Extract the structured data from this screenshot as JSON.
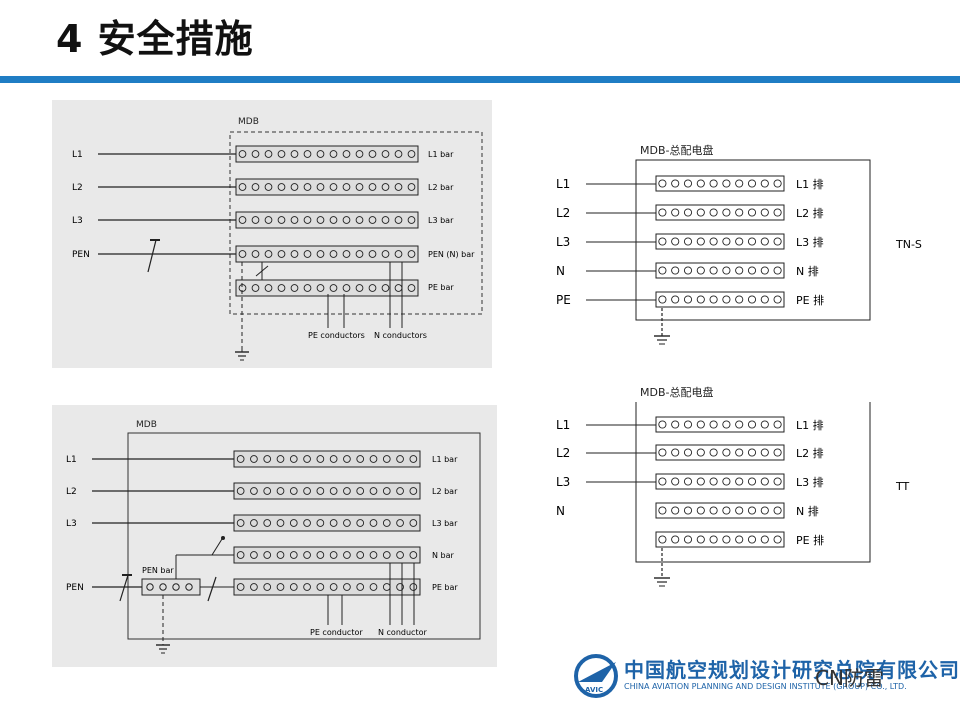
{
  "slide": {
    "title": "4 安全措施"
  },
  "diagram_tl": {
    "box_label": "MDB",
    "left_labels": [
      "L1",
      "L2",
      "L3",
      "PEN"
    ],
    "bar_labels": [
      "L1 bar",
      "L2 bar",
      "L3 bar",
      "PEN (N) bar",
      "PE bar"
    ],
    "pe_conductors": "PE conductors",
    "n_conductors": "N conductors"
  },
  "diagram_bl": {
    "box_label": "MDB",
    "left_labels": [
      "L1",
      "L2",
      "L3",
      "PEN"
    ],
    "bar_labels": [
      "L1 bar",
      "L2 bar",
      "L3 bar",
      "N bar",
      "PE bar"
    ],
    "pen_bar": "PEN bar",
    "pe_conductor": "PE conductor",
    "n_conductor": "N conductor"
  },
  "diagram_tr": {
    "box_label": "MDB-总配电盘",
    "left_labels": [
      "L1",
      "L2",
      "L3",
      "N",
      "PE"
    ],
    "bar_labels": [
      "L1 排",
      "L2 排",
      "L3 排",
      "N 排",
      "PE 排"
    ],
    "system": "TN-S"
  },
  "diagram_br": {
    "box_label": "MDB-总配电盘",
    "left_labels": [
      "L1",
      "L2",
      "L3",
      "N"
    ],
    "bar_labels": [
      "L1 排",
      "L2 排",
      "L3 排",
      "N 排",
      "PE 排"
    ],
    "system": "TT"
  },
  "logo": {
    "cn": "中国航空规划设计研究总院有限公司",
    "en": "CHINA AVIATION PLANNING AND DESIGN INSTITUTE (GROUP) CO., LTD.",
    "badge": "AVIC"
  },
  "watermark": "CN防雷",
  "colors": {
    "accent": "#1f7dc4",
    "brand": "#1e63a8"
  }
}
